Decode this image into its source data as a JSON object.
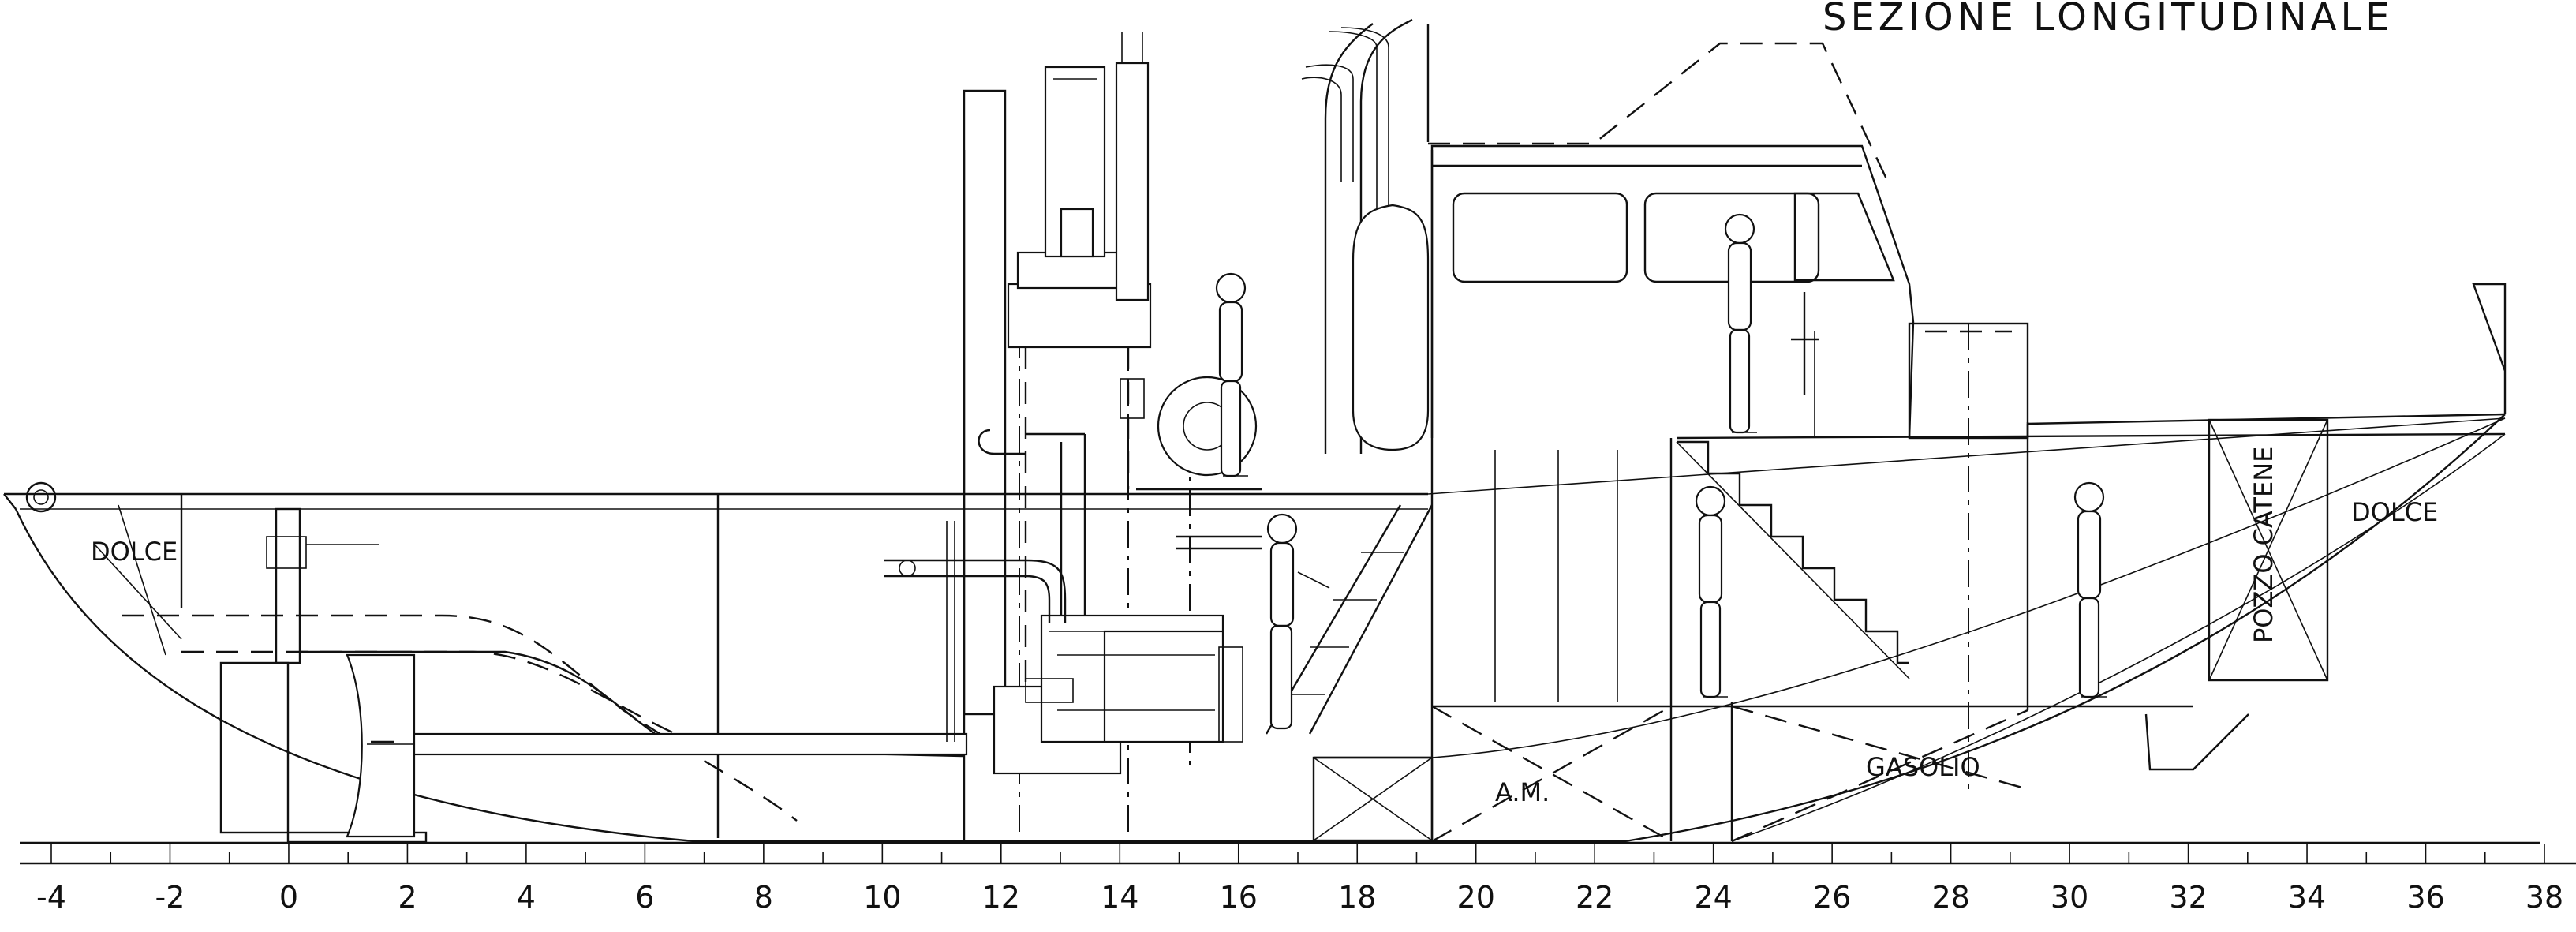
{
  "title": "SEZIONE LONGITUDINALE",
  "labels": {
    "fresh_water_aft": "DOLCE",
    "fresh_water_fwd": "DOLCE",
    "chain_locker": "POZZO CATENE",
    "fresh_water_tank_am": "A.M.",
    "diesel_tank": "GASOLIO"
  },
  "frame_scale": {
    "ticks": [
      "-4",
      "-2",
      "0",
      "2",
      "4",
      "6",
      "8",
      "10",
      "12",
      "14",
      "16",
      "18",
      "20",
      "22",
      "24",
      "26",
      "28",
      "30",
      "32",
      "34",
      "36",
      "38"
    ]
  }
}
